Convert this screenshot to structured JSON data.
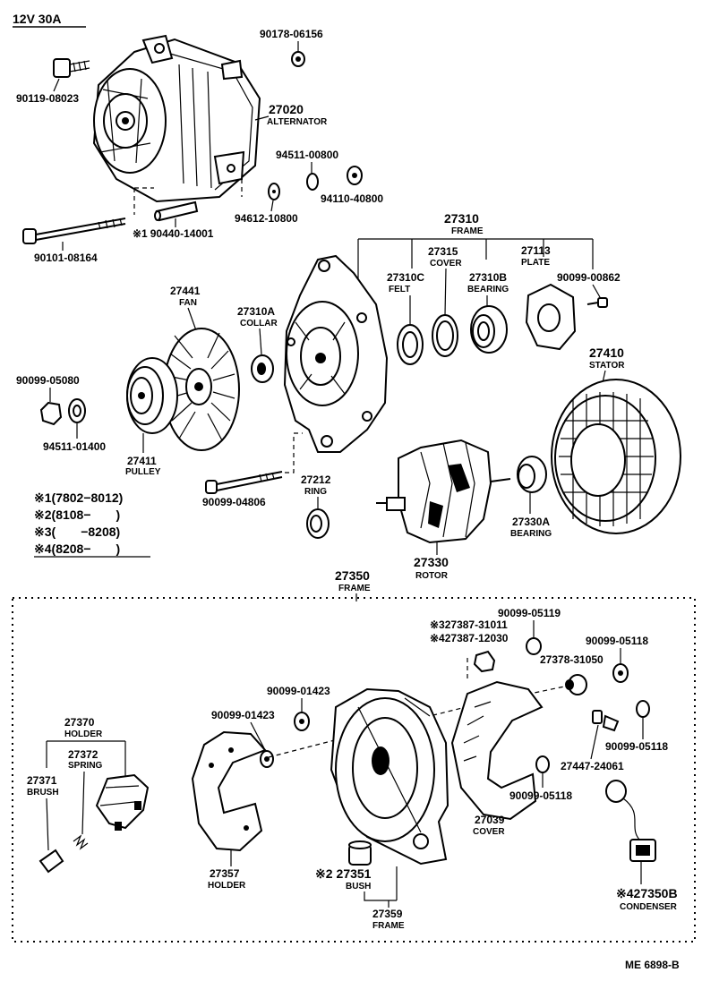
{
  "title": "12V 30A",
  "ref": "ME 6898-B",
  "parts": {
    "p_90119_08023": {
      "code": "90119-08023"
    },
    "p_90178_06156": {
      "code": "90178-06156"
    },
    "p_27020": {
      "code": "27020",
      "name": "ALTERNATOR"
    },
    "p_94511_00800": {
      "code": "94511-00800"
    },
    "p_94110_40800": {
      "code": "94110-40800"
    },
    "p_94612_10800": {
      "code": "94612-10800"
    },
    "p_90440_14001": {
      "code": "90440-14001",
      "mark": "※1"
    },
    "p_90101_08164": {
      "code": "90101-08164"
    },
    "p_27310": {
      "code": "27310",
      "name": "FRAME"
    },
    "p_27315": {
      "code": "27315",
      "name": "COVER"
    },
    "p_27113": {
      "code": "27113",
      "name": "PLATE"
    },
    "p_27441": {
      "code": "27441",
      "name": "FAN"
    },
    "p_27310A": {
      "code": "27310A",
      "name": "COLLAR"
    },
    "p_27310C": {
      "code": "27310C",
      "name": "FELT"
    },
    "p_27310B": {
      "code": "27310B",
      "name": "BEARING"
    },
    "p_90099_00862": {
      "code": "90099-00862"
    },
    "p_27410": {
      "code": "27410",
      "name": "STATOR"
    },
    "p_90099_05080": {
      "code": "90099-05080"
    },
    "p_94511_01400": {
      "code": "94511-01400"
    },
    "p_27411": {
      "code": "27411",
      "name": "PULLEY"
    },
    "p_27212": {
      "code": "27212",
      "name": "RING"
    },
    "p_90099_04806": {
      "code": "90099-04806"
    },
    "p_27330A": {
      "code": "27330A",
      "name": "BEARING"
    },
    "p_27330": {
      "code": "27330",
      "name": "ROTOR"
    },
    "p_27350": {
      "code": "27350",
      "name": "FRAME"
    },
    "p_90099_05119": {
      "code": "90099-05119"
    },
    "p_27387_31011": {
      "code": "27387-31011",
      "mark": "※3"
    },
    "p_27387_12030": {
      "code": "27387-12030",
      "mark": "※4"
    },
    "p_90099_05118a": {
      "code": "90099-05118"
    },
    "p_27378_31050": {
      "code": "27378-31050"
    },
    "p_90099_01423a": {
      "code": "90099-01423"
    },
    "p_90099_01423b": {
      "code": "90099-01423"
    },
    "p_27370": {
      "code": "27370",
      "name": "HOLDER"
    },
    "p_27372": {
      "code": "27372",
      "name": "SPRING"
    },
    "p_27371": {
      "code": "27371",
      "name": "BRUSH"
    },
    "p_90099_05118b": {
      "code": "90099-05118"
    },
    "p_27447_24061": {
      "code": "27447-24061"
    },
    "p_27039": {
      "code": "27039",
      "name": "COVER"
    },
    "p_90099_05118c": {
      "code": "90099-05118"
    },
    "p_27357": {
      "code": "27357",
      "name": "HOLDER"
    },
    "p_27351": {
      "code": "27351",
      "name": "BUSH",
      "mark": "※2"
    },
    "p_27359": {
      "code": "27359",
      "name": "FRAME"
    },
    "p_27350B": {
      "code": "27350B",
      "name": "CONDENSER",
      "mark": "※4"
    }
  },
  "notes": [
    {
      "mark": "※1",
      "text": "(7802−8012)"
    },
    {
      "mark": "※2",
      "text": "(8108−　　)"
    },
    {
      "mark": "※3",
      "text": "(　　−8208)"
    },
    {
      "mark": "※4",
      "text": "(8208−　　)"
    }
  ]
}
